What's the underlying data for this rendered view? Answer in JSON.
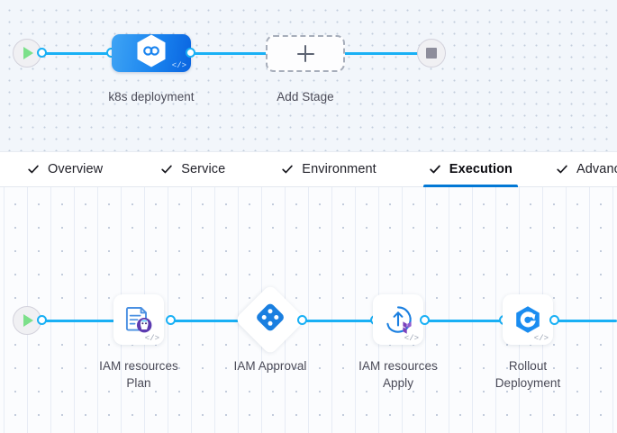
{
  "stage_canvas": {
    "start_node": {
      "icon": "play-icon",
      "name": "pipeline-start"
    },
    "end_node": {
      "icon": "stop-icon",
      "name": "pipeline-end"
    },
    "stages": [
      {
        "id": "k8s-deployment",
        "label": "k8s deployment",
        "icon": "harness-hexagon-icon",
        "badge": "</>",
        "selected": true
      }
    ],
    "add_stage": {
      "label": "Add Stage",
      "icon": "plus-icon"
    }
  },
  "tabs": [
    {
      "label": "Overview",
      "icon": "check-icon",
      "complete": true,
      "active": false
    },
    {
      "label": "Service",
      "icon": "check-icon",
      "complete": true,
      "active": false
    },
    {
      "label": "Environment",
      "icon": "check-icon",
      "complete": true,
      "active": false
    },
    {
      "label": "Execution",
      "icon": "check-icon",
      "complete": true,
      "active": true
    },
    {
      "label": "Advanced",
      "icon": "check-icon",
      "complete": true,
      "active": false
    }
  ],
  "step_canvas": {
    "start_node": {
      "icon": "play-icon",
      "name": "execution-start"
    },
    "steps": [
      {
        "id": "iam-resources-plan",
        "label": "IAM resources\nPlan",
        "label_line1": "IAM resources",
        "label_line2": "Plan",
        "icon": "terraform-plan-icon",
        "badge": "</>",
        "shape": "rounded"
      },
      {
        "id": "iam-approval",
        "label": "IAM Approval",
        "label_line1": "IAM Approval",
        "label_line2": "",
        "icon": "approval-diamond-icon",
        "badge": "",
        "shape": "diamond"
      },
      {
        "id": "iam-resources-apply",
        "label": "IAM resources\nApply",
        "label_line1": "IAM resources",
        "label_line2": "Apply",
        "icon": "terraform-apply-icon",
        "badge": "</>",
        "shape": "rounded"
      },
      {
        "id": "rollout-deployment",
        "label": "Rollout\nDeployment",
        "label_line1": "Rollout",
        "label_line2": "Deployment",
        "icon": "argo-rollout-icon",
        "badge": "</>",
        "shape": "rounded"
      }
    ]
  },
  "colors": {
    "wire": "#19b0f5",
    "accent": "#0278d5",
    "stage_blue": "#1a84ef",
    "approval_blue": "#1a7fe0",
    "terraform_purple": "#7b42bc",
    "plan_blue": "#4a90e2",
    "play_green": "#7ce08a",
    "stop_gray": "#8d8d9b",
    "label_text": "#4a4a57",
    "stage_canvas_bg": "#f2f6fb",
    "step_canvas_bg": "#fbfcfe"
  }
}
